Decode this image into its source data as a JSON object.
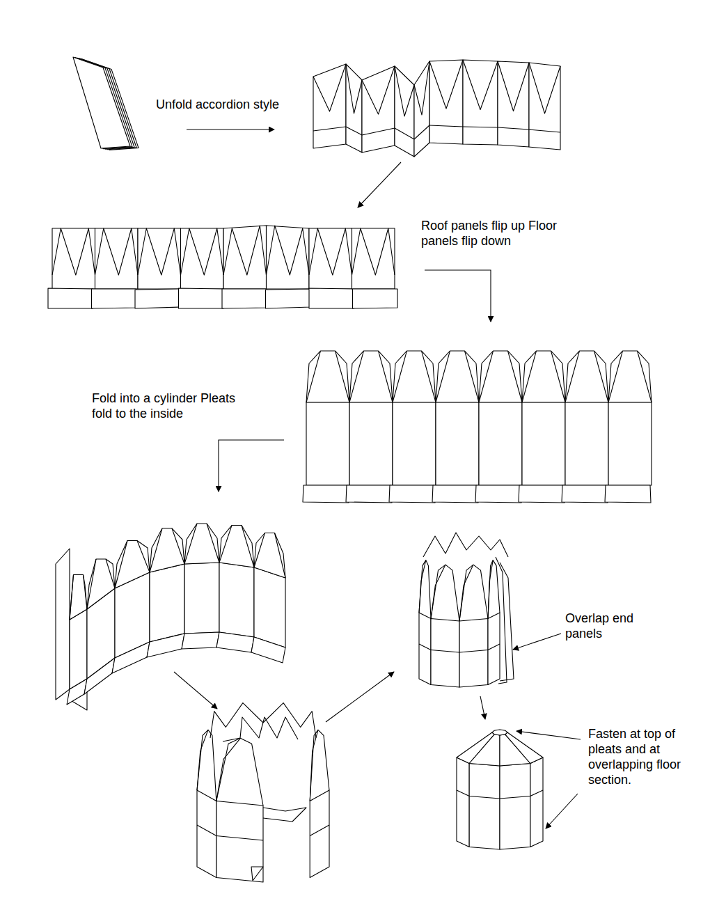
{
  "diagram": {
    "labels": [
      "Unfold accordion style",
      "Roof panels flip up Floor panels flip down",
      "Fold into a cylinder Pleats fold to the inside",
      "Overlap end panels",
      "Fasten at top of pleats and at overlapping floor section."
    ]
  }
}
